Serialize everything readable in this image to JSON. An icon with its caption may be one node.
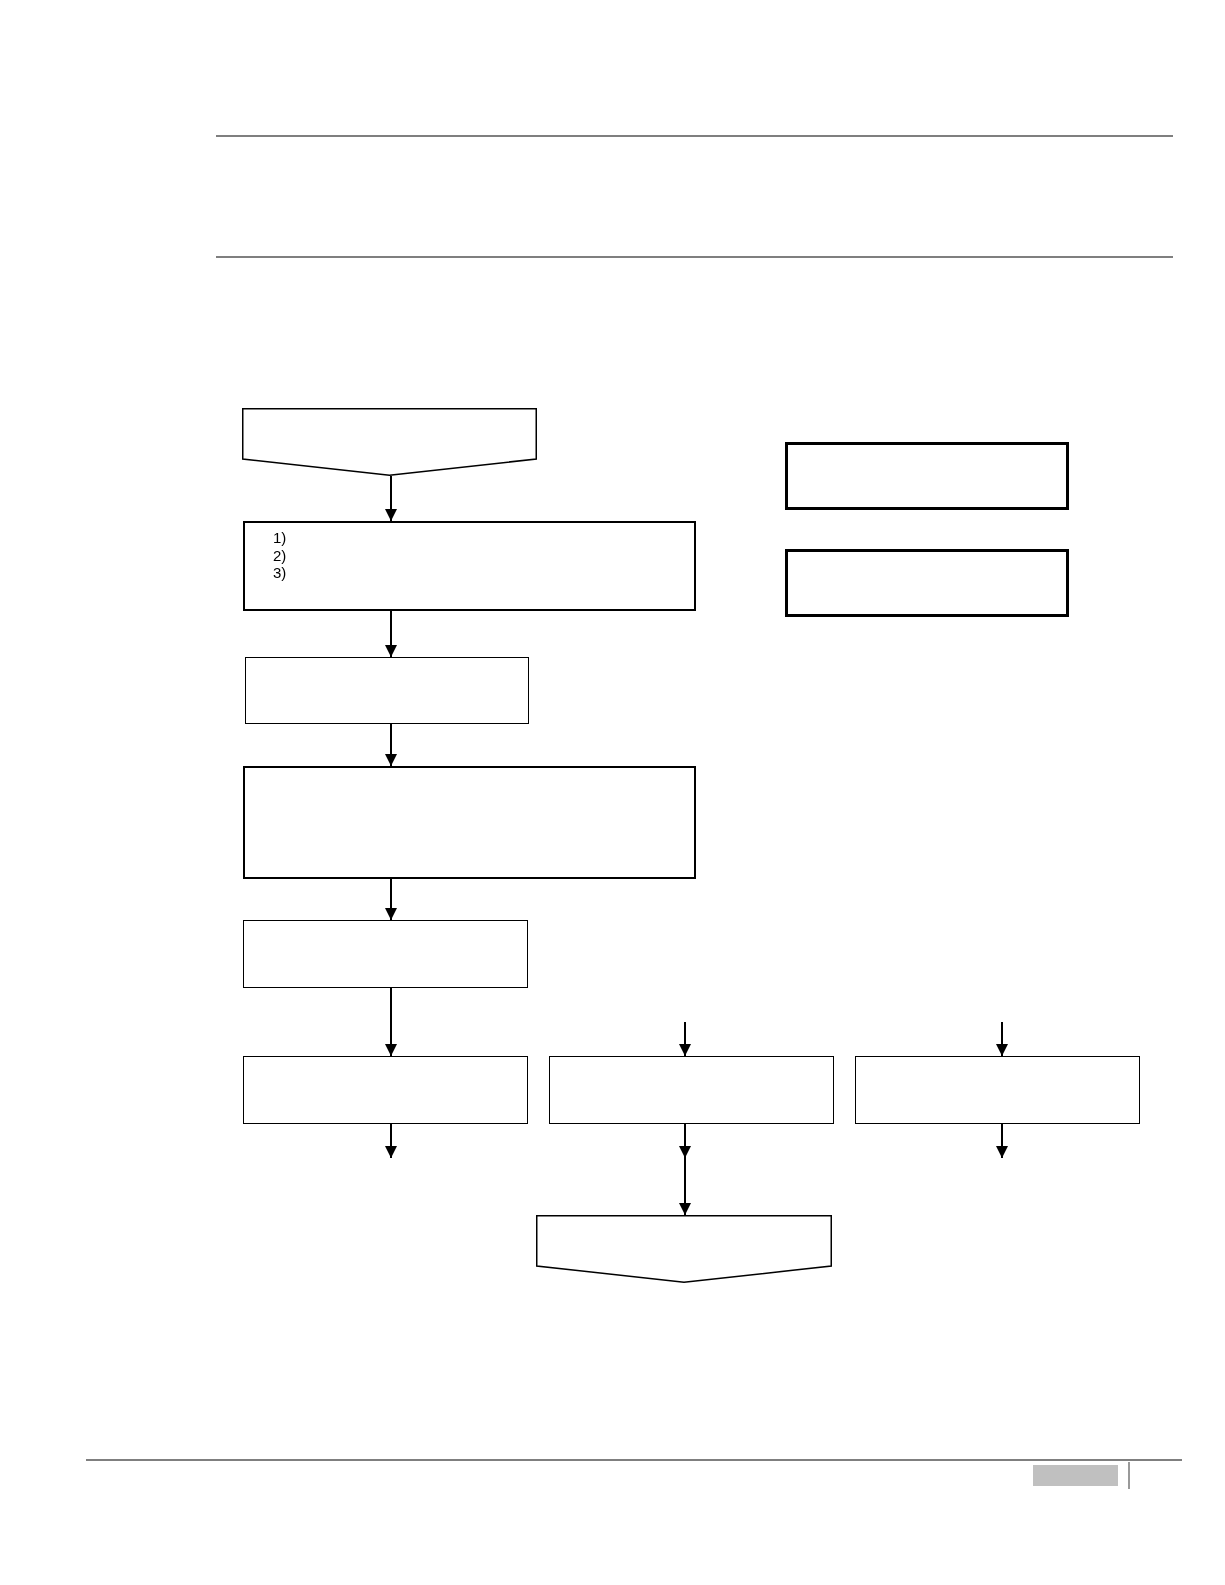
{
  "diagram": {
    "nodes": [
      {
        "text": [],
        "shape": "pentagon"
      },
      {
        "text": [
          "1)",
          "2)",
          "3)"
        ]
      },
      {
        "text": [],
        "shape": "box"
      },
      {
        "text": [],
        "shape": "box"
      },
      {
        "text": [],
        "shape": "box"
      },
      {
        "text": [],
        "shape": "box"
      },
      {
        "text": [],
        "shape": "box"
      },
      {
        "text": [],
        "shape": "box"
      },
      {
        "text": [],
        "shape": "pentagon"
      },
      {
        "text": [],
        "shape": "box"
      },
      {
        "text": [],
        "shape": "box"
      }
    ],
    "edges": [
      {
        "from": 0,
        "to": 1,
        "arrow": "to"
      },
      {
        "from": 1,
        "to": 2,
        "arrow": "to"
      },
      {
        "from": 2,
        "to": 3,
        "arrow": "to"
      },
      {
        "from": 3,
        "to": 4,
        "arrow": "to"
      },
      {
        "from": 4,
        "to": 5,
        "arrow": "to"
      },
      {
        "from": null,
        "to": 6,
        "arrow": "to"
      },
      {
        "from": null,
        "to": 7,
        "arrow": "to"
      },
      {
        "from": 5,
        "to": null,
        "arrow": "to"
      },
      {
        "from": 6,
        "to": 8,
        "arrow": "to"
      },
      {
        "from": 7,
        "to": null,
        "arrow": "to"
      }
    ]
  }
}
